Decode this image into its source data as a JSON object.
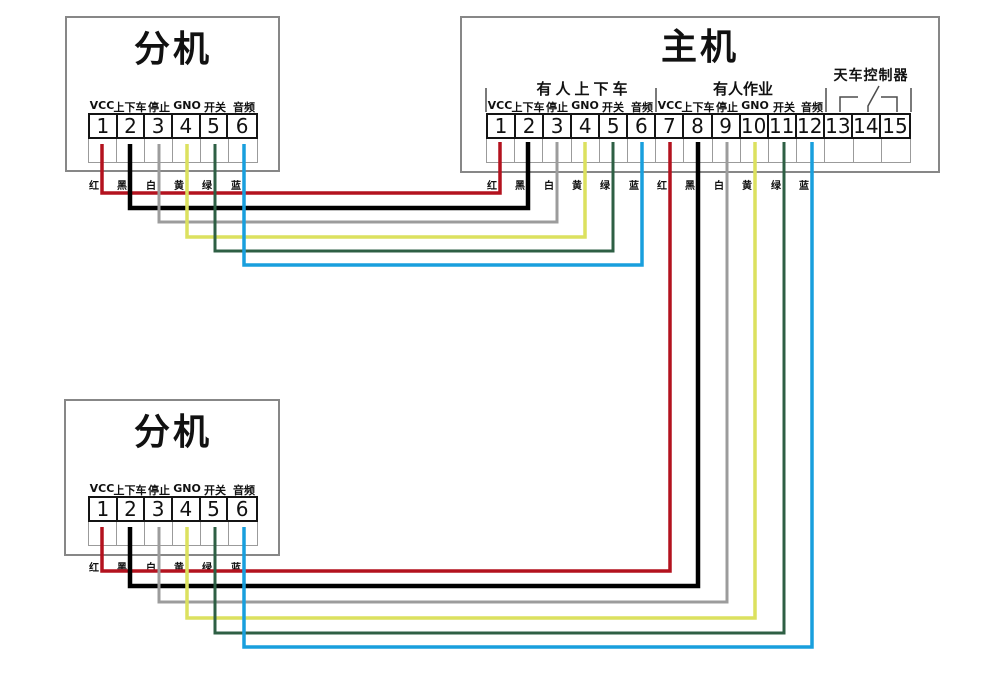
{
  "wire_colors": {
    "red": "#b3121e",
    "black": "#000000",
    "white": "#9c9c9c",
    "yellow": "#dce15f",
    "green": "#2e5f44",
    "blue": "#199fdd"
  },
  "extension_top": {
    "title": "分机",
    "pin_labels": [
      "VCC",
      "上下车",
      "停止",
      "GNO",
      "开关",
      "音频"
    ],
    "terminals": [
      "1",
      "2",
      "3",
      "4",
      "5",
      "6"
    ],
    "wire_labels": [
      "红",
      "黑",
      "白",
      "黄",
      "绿",
      "蓝"
    ]
  },
  "extension_bottom": {
    "title": "分机",
    "pin_labels": [
      "VCC",
      "上下车",
      "停止",
      "GNO",
      "开关",
      "音频"
    ],
    "terminals": [
      "1",
      "2",
      "3",
      "4",
      "5",
      "6"
    ],
    "wire_labels": [
      "红",
      "黑",
      "白",
      "黄",
      "绿",
      "蓝"
    ]
  },
  "main_unit": {
    "title": "主机",
    "group_labels": [
      "有人上下车",
      "有人作业",
      "天车控制器"
    ],
    "pin_labels": [
      "VCC",
      "上下车",
      "停止",
      "GNO",
      "开关",
      "音频",
      "VCC",
      "上下车",
      "停止",
      "GNO",
      "开关",
      "音频"
    ],
    "terminals": [
      "1",
      "2",
      "3",
      "4",
      "5",
      "6",
      "7",
      "8",
      "9",
      "10",
      "11",
      "12",
      "13",
      "14",
      "15"
    ],
    "wire_labels": [
      "红",
      "黑",
      "白",
      "黄",
      "绿",
      "蓝",
      "红",
      "黑",
      "白",
      "黄",
      "绿",
      "蓝"
    ]
  }
}
